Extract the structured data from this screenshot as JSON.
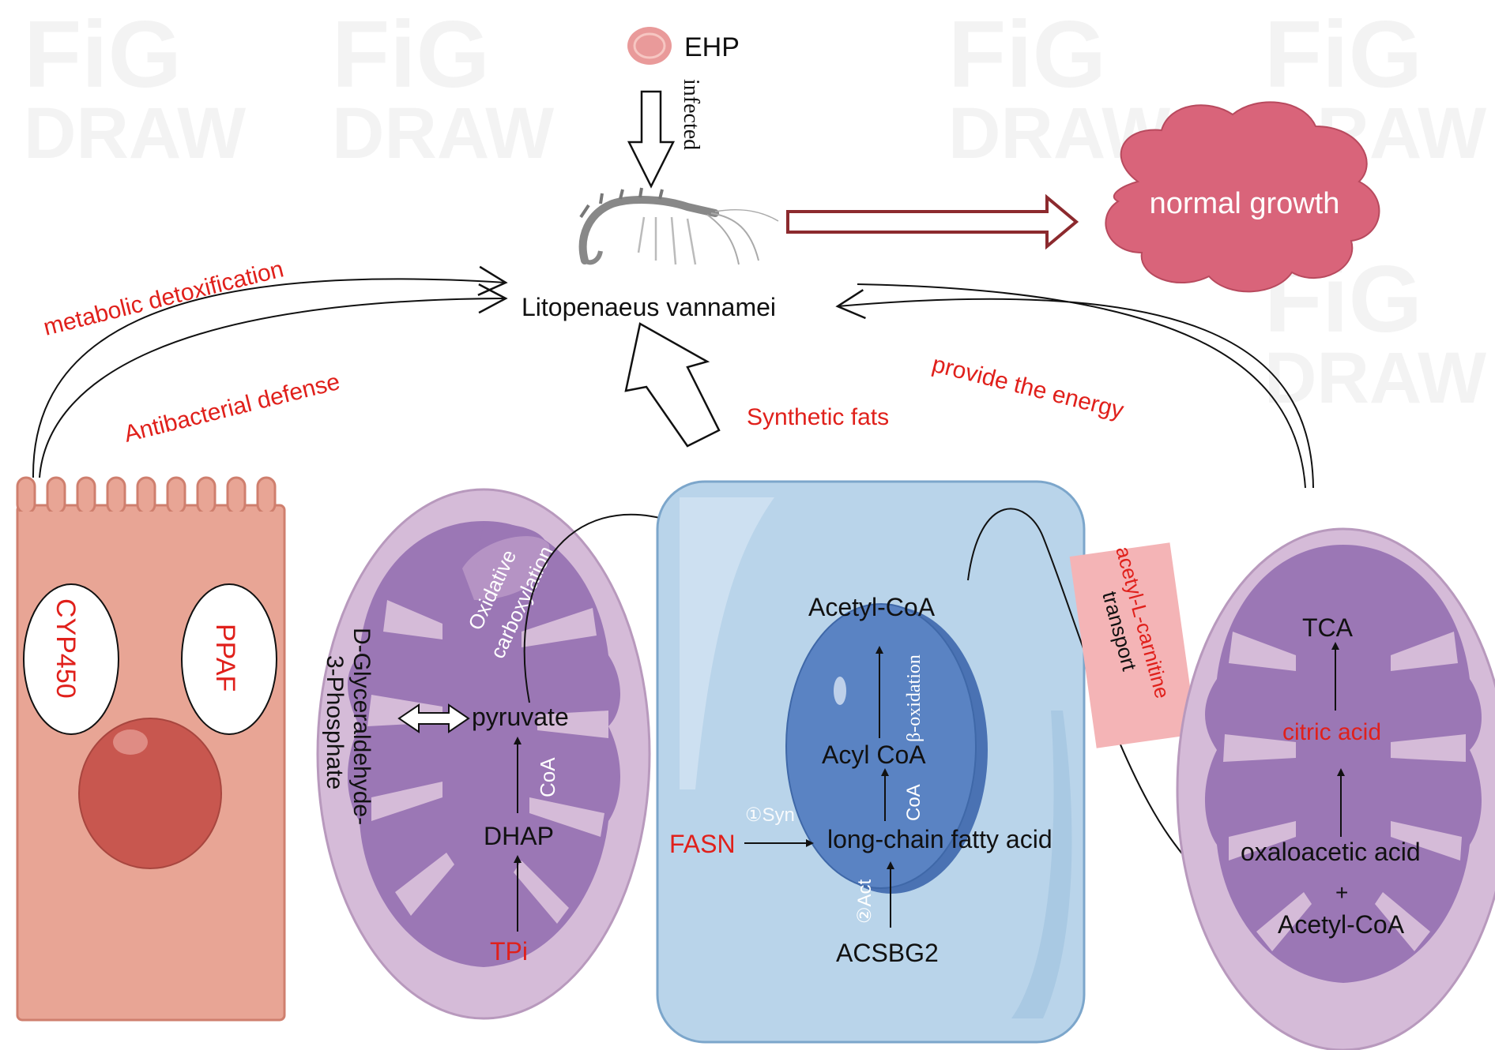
{
  "watermark": {
    "line1": "FiG",
    "line2": "DRAW"
  },
  "pathogen": {
    "name": "EHP",
    "relation": "infected"
  },
  "host": {
    "name": "Litopenaeus vannamei"
  },
  "outcome": {
    "label": "normal growth"
  },
  "effects": {
    "detox": "metabolic detoxification",
    "antibacterial": "Antibacterial defense",
    "synthetic_fats": "Synthetic fats",
    "energy": "provide the energy"
  },
  "epithelial_cell": {
    "enzyme1": "CYP450",
    "enzyme2": "PPAF"
  },
  "glycolysis_mito": {
    "pathway_label_1": "Oxidative",
    "pathway_label_2": "carboxylation",
    "g3p_line1": "D-Glyceraldehyde-",
    "g3p_line2": "3-Phosphate",
    "pyruvate": "pyruvate",
    "coa": "CoA",
    "dhap": "DHAP",
    "tpi": "TPi"
  },
  "lipid_cell": {
    "acetyl_coa": "Acetyl-CoA",
    "beta_oxidation": "β-oxidation",
    "acyl_coa": "Acyl CoA",
    "coa": "CoA",
    "syn_step": "①Syn",
    "fasn": "FASN",
    "lcfa": "long-chain fatty acid",
    "act_step": "②Act",
    "acsbg2": "ACSBG2"
  },
  "transport": {
    "carrier": "acetyl-L-carnitine",
    "label": "transport"
  },
  "tca_mito": {
    "tca": "TCA",
    "citric_acid": "citric acid",
    "oxaloacetic_acid": "oxaloacetic acid",
    "plus": "+",
    "acetyl_coa": "Acetyl-CoA"
  },
  "colors": {
    "highlight_red": "#e0201b",
    "outcome_fill": "#d9647a",
    "cell_pink": "#e8a595",
    "mito_outer": "#d5bbd8",
    "mito_inner": "#9b77b5",
    "lipid_cell": "#b9d4ea",
    "droplet": "#5a83c3",
    "transport_box": "#f4b4b6"
  }
}
